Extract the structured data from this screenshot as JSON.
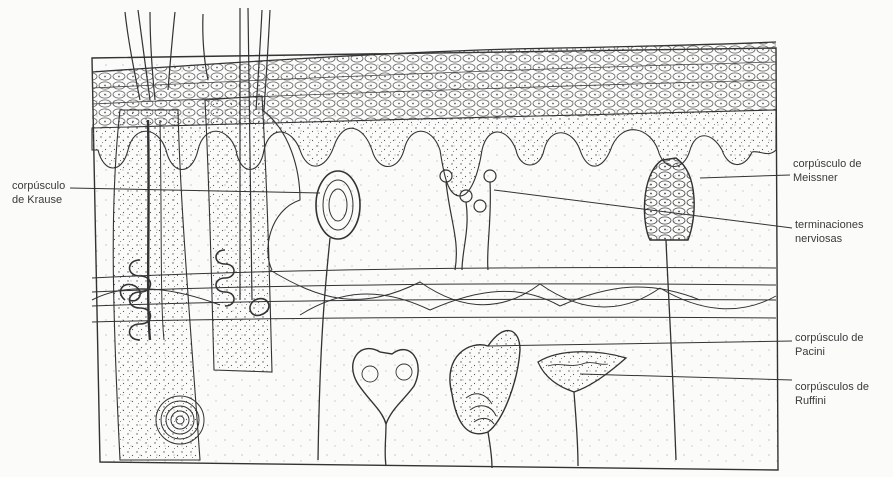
{
  "labels": {
    "krause": {
      "line1": "corpúsculo",
      "line2": "de Krause"
    },
    "meissner": {
      "line1": "corpúsculo de",
      "line2": "Meissner"
    },
    "terminaciones": {
      "line1": "terminaciones",
      "line2": "nerviosas"
    },
    "pacini": {
      "line1": "corpúsculo de",
      "line2": "Pacini"
    },
    "ruffini": {
      "line1": "corpúsculos de",
      "line2": "Ruffini"
    }
  },
  "colors": {
    "ink": "#2f2f2f",
    "paper": "#fbfbfa"
  }
}
